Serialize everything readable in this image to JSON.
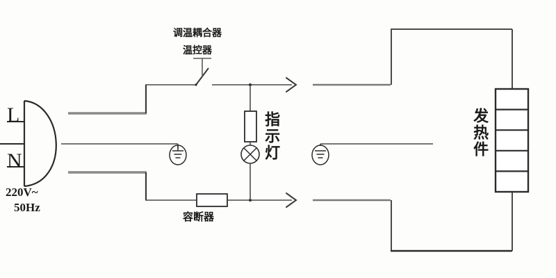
{
  "diagram": {
    "title": "电热器电路原理图",
    "type": "electrical-schematic",
    "colors": {
      "background": "#fdfdfb",
      "wire": "#4a4a4a",
      "wire_thick": "#7a7a7a",
      "outline": "#2b2b2b",
      "text": "#1a1a1a"
    },
    "labels": {
      "line_live": "L",
      "line_neutral": "N",
      "supply_voltage": "220V~",
      "supply_frequency": "50Hz",
      "coupler": "调温耦合器",
      "thermostat": "温控器",
      "indicator_lamp": "指示灯",
      "fuse": "容断器",
      "heating_element": "发热件"
    },
    "components": [
      {
        "name": "mains-plug",
        "label": "220V~ 50Hz",
        "terminals": [
          "L",
          "N",
          "E"
        ]
      },
      {
        "name": "thermostat-switch",
        "label": "温控器",
        "note": "调温耦合器",
        "state": "open"
      },
      {
        "name": "indicator-lamp",
        "label": "指示灯",
        "parts": [
          "resistor",
          "lamp"
        ]
      },
      {
        "name": "fuse",
        "label": "容断器"
      },
      {
        "name": "heating-element",
        "label": "发热件",
        "segments": 5
      },
      {
        "name": "earth-ground-plug",
        "label": "earth"
      },
      {
        "name": "earth-ground-load",
        "label": "earth"
      }
    ]
  }
}
